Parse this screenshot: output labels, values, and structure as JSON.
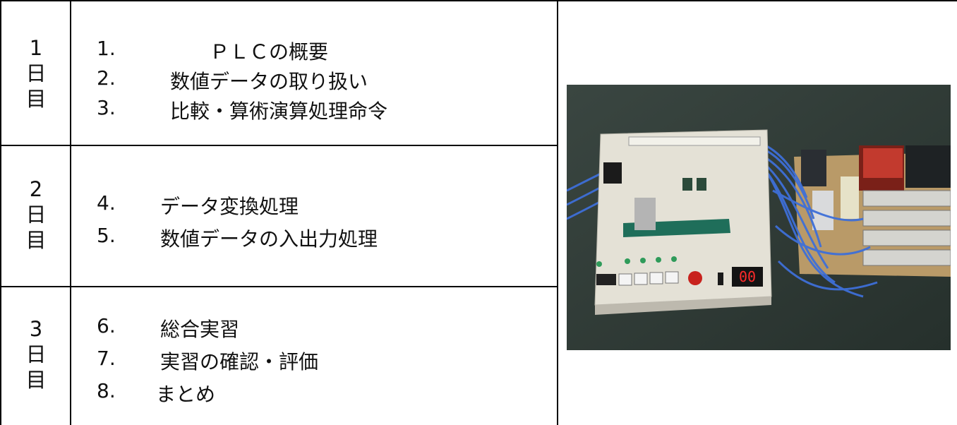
{
  "schedule": [
    {
      "day": [
        "1",
        "日",
        "目"
      ],
      "items": [
        {
          "num": "1.",
          "text": "ＰＬＣの概要"
        },
        {
          "num": "2.",
          "text": "数値データの取り扱い"
        },
        {
          "num": "3.",
          "text": "比較・算術演算処理命令"
        }
      ]
    },
    {
      "day": [
        "2",
        "日",
        "目"
      ],
      "items": [
        {
          "num": "4.",
          "text": "データ変換処理"
        },
        {
          "num": "5.",
          "text": "数値データの入出力処理"
        }
      ]
    },
    {
      "day": [
        "3",
        "日",
        "目"
      ],
      "items": [
        {
          "num": "6.",
          "text": "総合実習"
        },
        {
          "num": "7.",
          "text": "実習の確認・評価"
        },
        {
          "num": "8.",
          "text": "まとめ"
        }
      ]
    }
  ],
  "photo": {
    "display_value": "00",
    "colors": {
      "background": "#2f3a36",
      "panel": "#e4e1d6",
      "wire": "#3e6fd8",
      "board": "#b99a68",
      "plc": "#c23a2e"
    }
  }
}
